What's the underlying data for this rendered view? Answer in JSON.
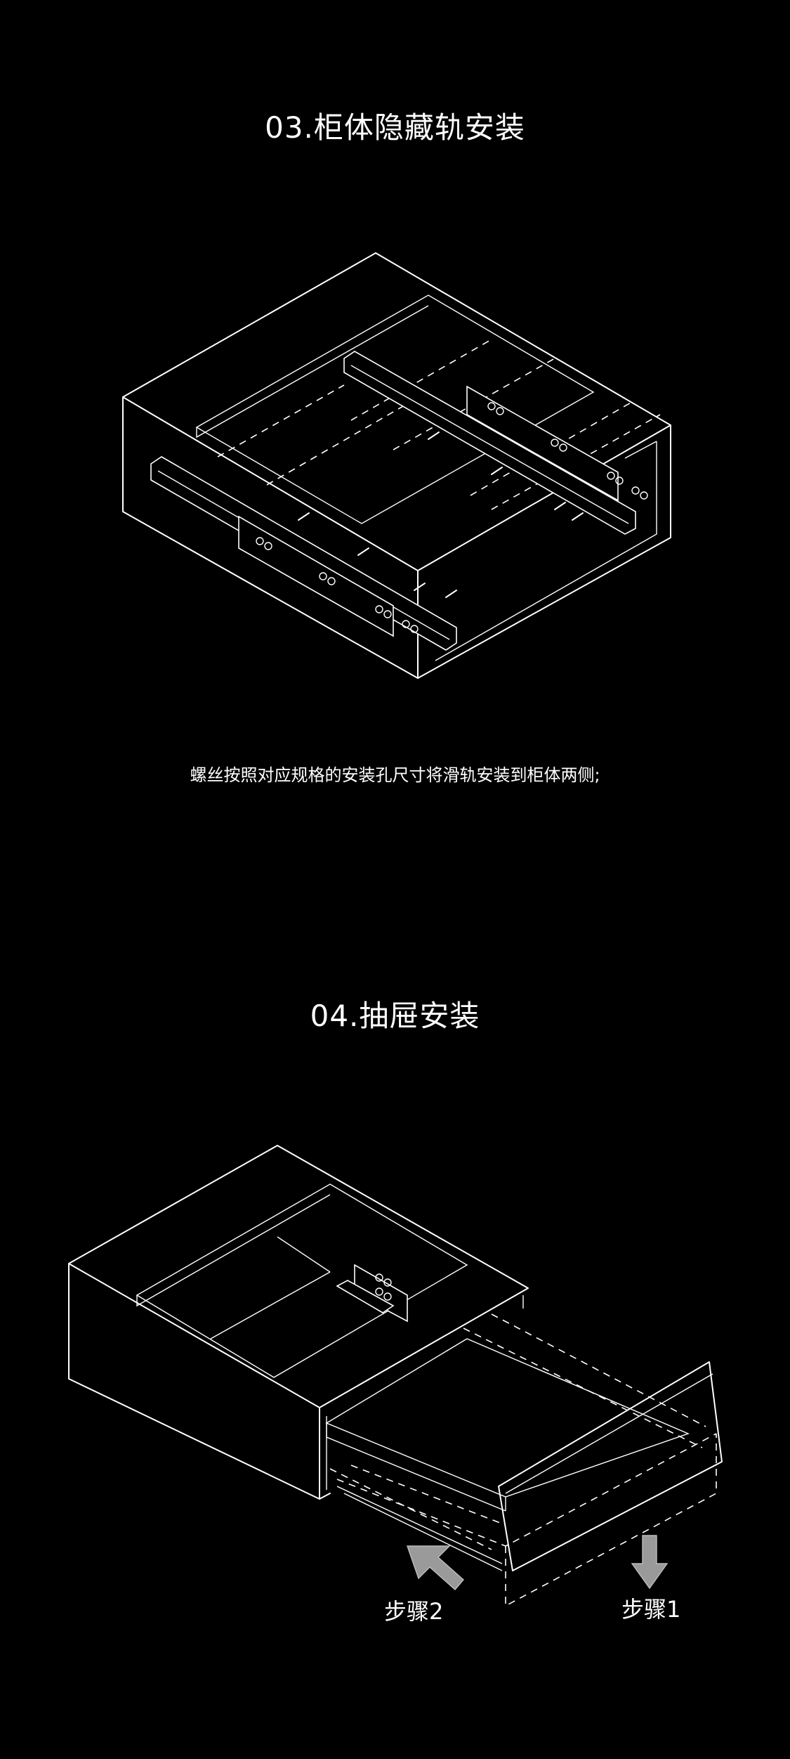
{
  "section3": {
    "title": "03.柜体隐藏轨安装",
    "description": "螺丝按照对应规格的安装孔尺寸将滑轨安装到柜体两侧;"
  },
  "section4": {
    "title": "04.抽屉安装",
    "step1_label": "步骤1",
    "step2_label": "步骤2"
  },
  "colors": {
    "background": "#000000",
    "line": "#ffffff",
    "arrow": "#9a9a9a"
  }
}
